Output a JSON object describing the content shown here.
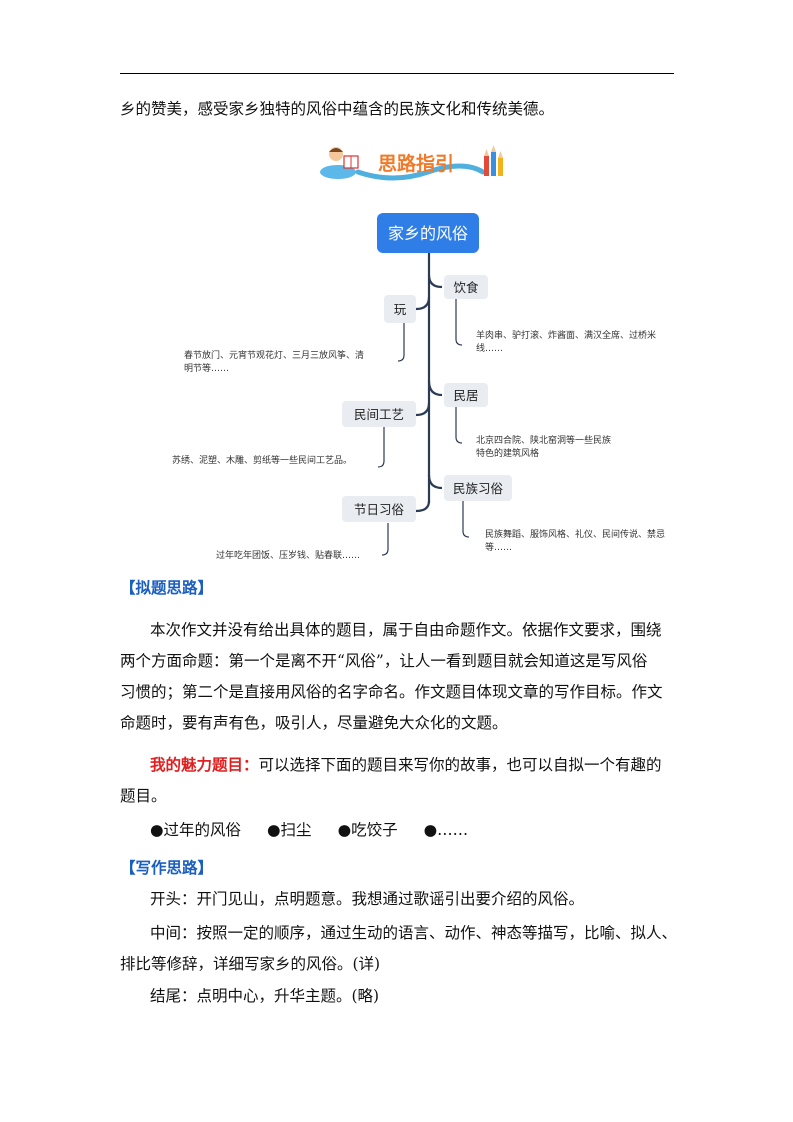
{
  "intro_line": "乡的赞美，感受家乡独特的风俗中蕴含的民族文化和传统美德。",
  "banner": {
    "title": "思路指引"
  },
  "mindmap": {
    "root": "家乡的风俗",
    "nodes": {
      "wan": "玩",
      "wan_detail_1": "春节放门、元宵节观花灯、三月三放风筝、清",
      "wan_detail_2": "明节等……",
      "craft": "民间工艺",
      "craft_detail": "苏绣、泥塑、木雕、剪纸等一些民间工艺品。",
      "festival": "节日习俗",
      "festival_detail": "过年吃年团饭、压岁钱、贴春联……",
      "food": "饮食",
      "food_detail_1": "羊肉串、驴打滚、炸酱面、满汉全席、过桥米",
      "food_detail_2": "线……",
      "house": "民居",
      "house_detail_1": "北京四合院、陕北窑洞等一些民族",
      "house_detail_2": "特色的建筑风格",
      "ethnic": "民族习俗",
      "ethnic_detail_1": "民族舞蹈、服饰风格、礼仪、民间传说、禁忌",
      "ethnic_detail_2": "等……"
    }
  },
  "section1": {
    "heading": "【拟题思路】",
    "lines": [
      "本次作文并没有给出具体的题目，属于自由命题作文。依据作文要求，围绕",
      "两个方面命题：第一个是离不开“风俗”，让人一看到题目就会知道这是写风俗",
      "习惯的；第二个是直接用风俗的名字命名。作文题目体现文章的写作目标。作文",
      "命题时，要有声有色，吸引人，尽量避免大众化的文题。"
    ],
    "highlight_label": "我的魅力题目：",
    "highlight_text": "可以选择下面的题目来写你的故事，也可以自拟一个有趣的",
    "highlight_text_2": "题目。",
    "bullets": [
      "●过年的风俗",
      "●扫尘",
      "●吃饺子",
      "●……"
    ]
  },
  "section2": {
    "heading": "【写作思路】",
    "opening": "开头：开门见山，点明题意。我想通过歌谣引出要介绍的风俗。",
    "middle_1": "中间：按照一定的顺序，通过生动的语言、动作、神态等描写，比喻、拟人、",
    "middle_2": "排比等修辞，详细写家乡的风俗。(详)",
    "ending": "结尾：点明中心，升华主题。(略)"
  },
  "colors": {
    "heading_blue": "#1a5fc0",
    "highlight_red": "#e02020",
    "root_blue": "#2f7ee8",
    "line_navy": "#2b3a55"
  }
}
